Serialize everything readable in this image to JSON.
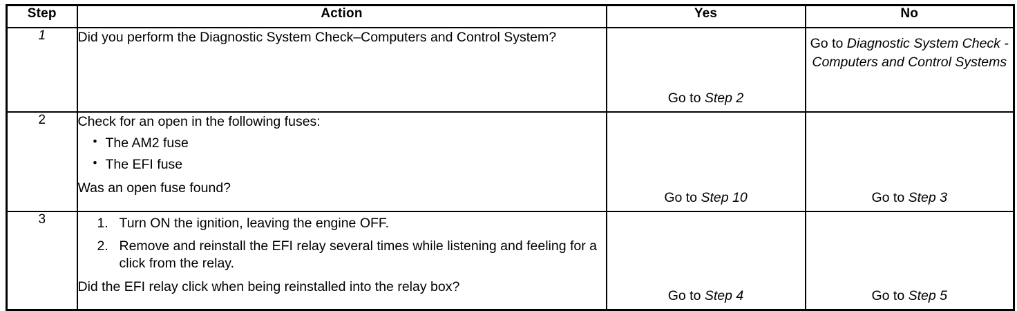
{
  "table": {
    "headers": {
      "step": "Step",
      "action": "Action",
      "yes": "Yes",
      "no": "No"
    },
    "rows": [
      {
        "step": "1",
        "action": {
          "lead": "Did you perform the Diagnostic System Check–Computers and Control System?"
        },
        "yes": {
          "prefix": "Go to ",
          "target": "Step 2"
        },
        "no": {
          "prefix": "Go to ",
          "target": "Diagnostic System Check - Computers and Control Systems"
        }
      },
      {
        "step": "2",
        "action": {
          "lead": "Check for an open in the following fuses:",
          "bullets": [
            "The AM2 fuse",
            "The EFI fuse"
          ],
          "question": "Was an open fuse found?"
        },
        "yes": {
          "prefix": "Go to ",
          "target": "Step 10"
        },
        "no": {
          "prefix": "Go to ",
          "target": "Step 3"
        }
      },
      {
        "step": "3",
        "action": {
          "numbered": [
            "Turn ON the ignition, leaving the engine OFF.",
            "Remove and reinstall the EFI relay several times while listening and feeling for a click from the relay."
          ],
          "question": "Did the EFI relay click when being reinstalled into the relay box?"
        },
        "yes": {
          "prefix": "Go to ",
          "target": "Step 4"
        },
        "no": {
          "prefix": "Go to ",
          "target": "Step 5"
        }
      }
    ]
  },
  "colors": {
    "ink": "#000000",
    "paper": "#ffffff"
  }
}
